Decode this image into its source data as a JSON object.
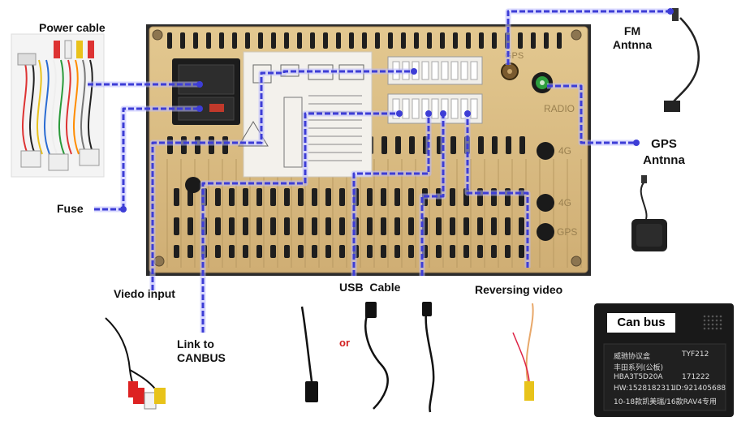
{
  "labels": {
    "power_cable": "Power cable",
    "fm_line1": "FM",
    "fm_line2": "Antnna",
    "gps_line1": "GPS",
    "gps_line2": "Antnna",
    "fuse": "Fuse",
    "video_input": "Viedo input",
    "canbus_line1": "Link to",
    "canbus_line2": "CANBUS",
    "usb_cable": "USB  Cable",
    "or": "or",
    "reversing_video": "Reversing video",
    "can_bus": "Can bus"
  },
  "unit_labels": {
    "gps_top": "GPS",
    "radio": "RADIO",
    "fourg_1": "4G",
    "fourg_2": "4G",
    "gps_bottom": "GPS"
  },
  "canbus_box": {
    "line1": "威驰协议盒",
    "line2": "丰田系列(公板)",
    "model": "TYF212",
    "code1": "HBA3T5D20A",
    "code2": "171222",
    "hw": "HW:1528182311",
    "id": "ID:921405688",
    "line5": "10-18款凯美瑞/16款RAV4专用"
  },
  "colors": {
    "cable_dash": "#3d3dd6",
    "cable_glow": "#b9b9ff",
    "chassis": "#d9bb85",
    "chassis_dark": "#b99a62",
    "vent": "#1e1e1e"
  }
}
